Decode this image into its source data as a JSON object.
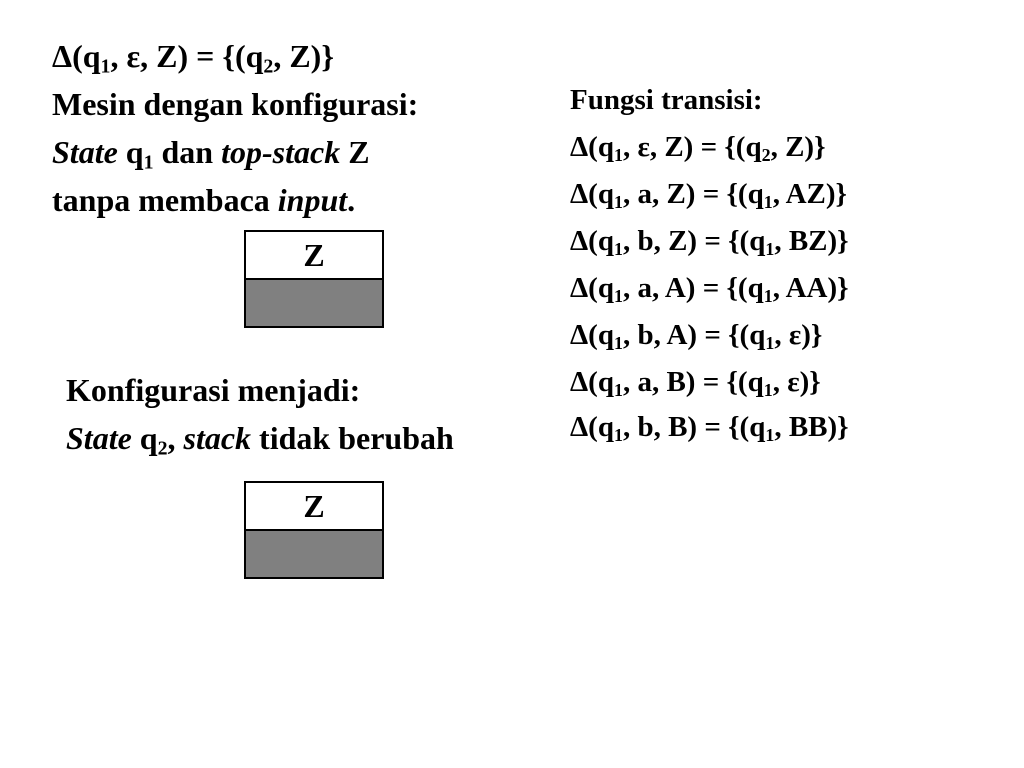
{
  "left": {
    "initial_transition": {
      "delta": "Δ",
      "open": "(q",
      "q_sub": "1",
      "mid": ", ε, Z) = {(q",
      "q2_sub": "2",
      "end": ", Z)}"
    },
    "machine_line": "Mesin dengan konfigurasi:",
    "state_line": {
      "state_word": "State",
      "q": " q",
      "q_sub": "1",
      "dan": " dan ",
      "top_stack": "top-stack",
      "z": " Z"
    },
    "input_line": {
      "prefix": "tanpa membaca ",
      "input_word": "input",
      "suffix": "."
    },
    "stack_before": {
      "top_symbol": "Z"
    },
    "result_title": "Konfigurasi menjadi:",
    "result_line": {
      "state_word": "State",
      "q": " q",
      "q_sub": "2",
      "comma": ", ",
      "stack_word": "stack",
      "rest": " tidak berubah"
    },
    "stack_after": {
      "top_symbol": "Z"
    }
  },
  "right": {
    "title": "Fungsi transisi:",
    "transitions": [
      {
        "pre": "Δ(q",
        "s1": "1",
        "mid": ", ε, Z) = {(q",
        "s2": "2",
        "post": ", Z)}"
      },
      {
        "pre": "Δ(q",
        "s1": "1",
        "mid": ", a, Z) = {(q",
        "s2": "1",
        "post": ", AZ)}"
      },
      {
        "pre": "Δ(q",
        "s1": "1",
        "mid": ", b, Z) = {(q",
        "s2": "1",
        "post": ", BZ)}"
      },
      {
        "pre": "Δ(q",
        "s1": "1",
        "mid": ", a, A) = {(q",
        "s2": "1",
        "post": ", AA)}"
      },
      {
        "pre": "Δ(q",
        "s1": "1",
        "mid": ", b, A) = {(q",
        "s2": "1",
        "post": ", ε)}"
      },
      {
        "pre": "Δ(q",
        "s1": "1",
        "mid": ", a, B) = {(q",
        "s2": "1",
        "post": ", ε)}"
      },
      {
        "pre": "Δ(q",
        "s1": "1",
        "mid": ", b, B) = {(q",
        "s2": "1",
        "post": ", BB)}"
      }
    ]
  }
}
